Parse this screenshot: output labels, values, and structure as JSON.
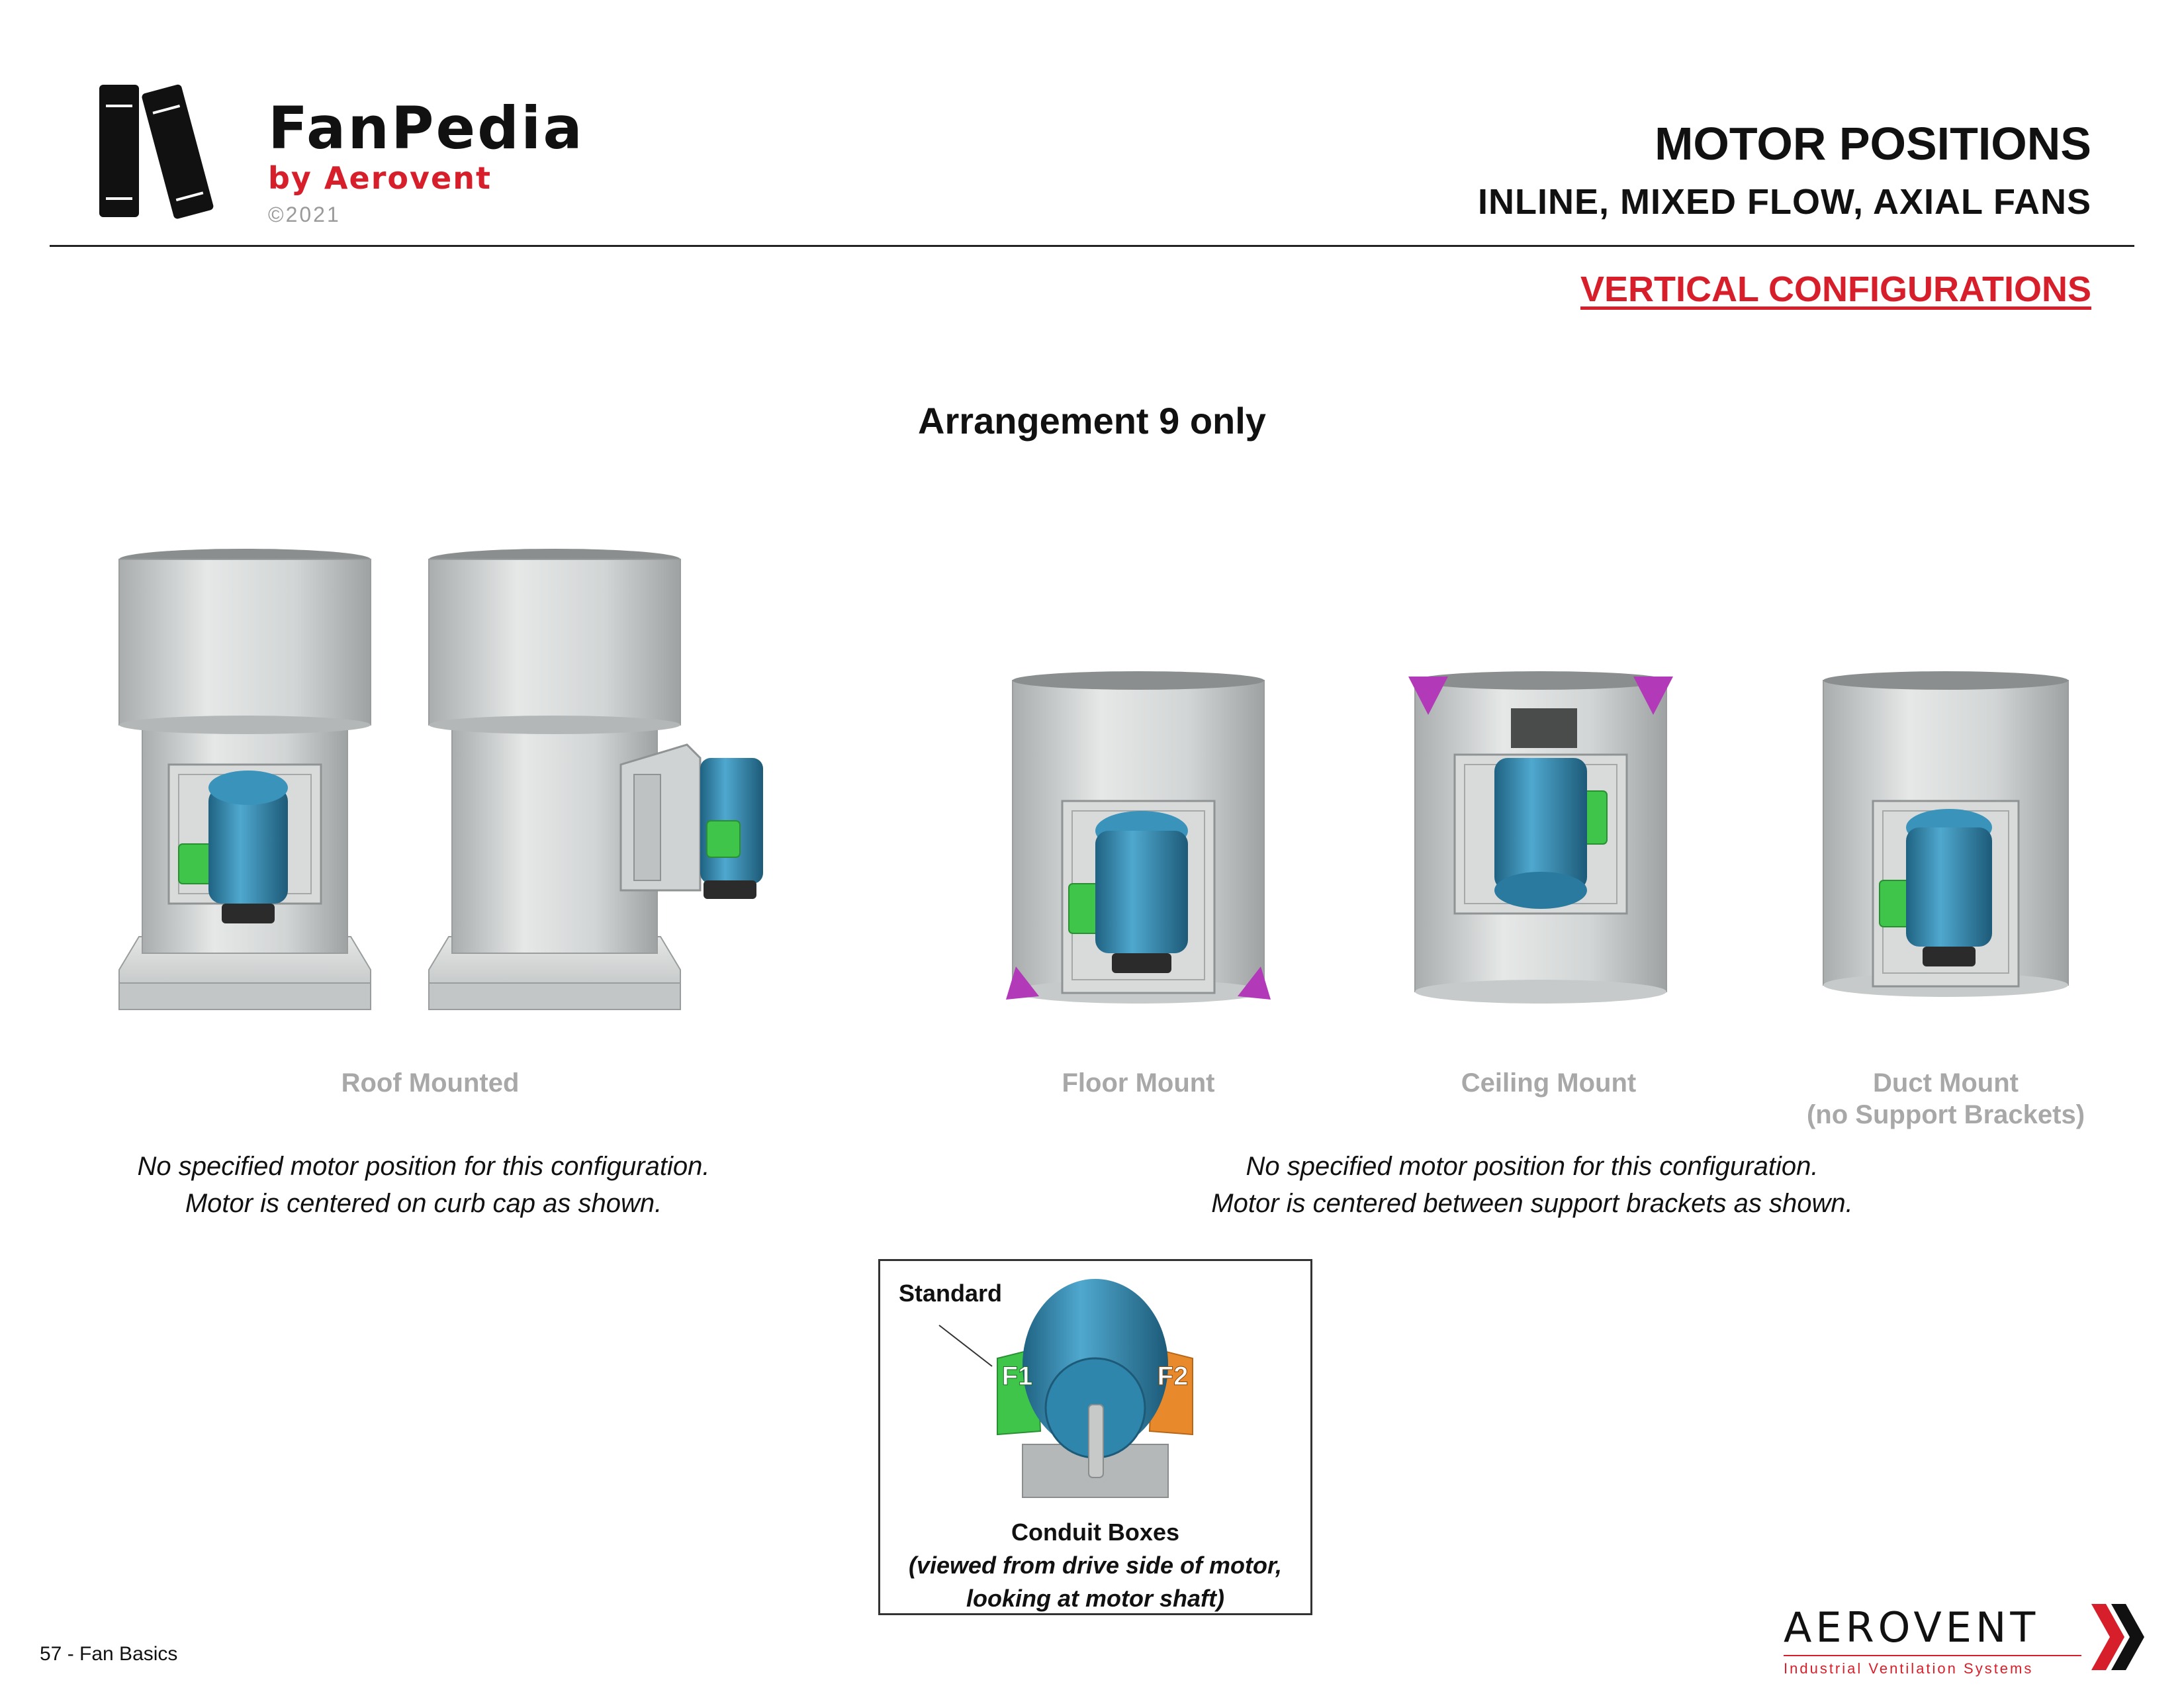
{
  "header": {
    "logo_title": "FanPedia",
    "logo_sub": "by Aerovent",
    "copyright": "©2021",
    "title": "MOTOR POSITIONS",
    "subtitle": "INLINE, MIXED FLOW, AXIAL FANS",
    "section": "VERTICAL CONFIGURATIONS"
  },
  "arrangement_title": "Arrangement 9 only",
  "figures": [
    {
      "label": "Roof Mounted"
    },
    {
      "label": "Floor Mount"
    },
    {
      "label": "Ceiling Mount"
    },
    {
      "label": "Duct Mount",
      "label2": "(no Support Brackets)"
    }
  ],
  "notes": {
    "left_line1": "No specified motor position for this configuration.",
    "left_line2": "Motor is centered on curb cap as shown.",
    "right_line1": "No specified motor position for this configuration.",
    "right_line2": "Motor is centered between support brackets as shown."
  },
  "legend": {
    "standard": "Standard",
    "f1": "F1",
    "f2": "F2",
    "caption1": "Conduit Boxes",
    "caption2": "(viewed from drive side of motor,",
    "caption3": "looking at motor shaft)"
  },
  "footer": {
    "page": "57 - Fan Basics",
    "brand": "AEROVENT",
    "brand_tagline": "Industrial Ventilation Systems"
  },
  "colors": {
    "accent_red": "#d71f2b",
    "motor_blue": "#2f86ad",
    "conduit_green": "#3fc64a",
    "conduit_orange": "#e8892b",
    "bracket_magenta": "#b23ab8",
    "fan_grey": "#c9cccc"
  }
}
